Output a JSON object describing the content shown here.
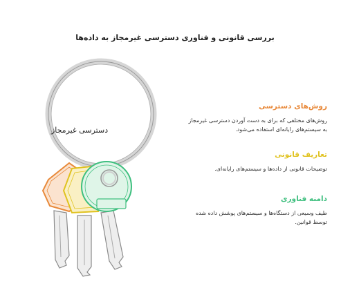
{
  "title": "بررسی قانونی و فناوری دسترسی غیرمجاز به داده‌ها",
  "ring_label": "دسترسی غیرمجاز",
  "items": [
    {
      "heading": "روش‌های دسترسی",
      "text": "روش‌های مختلفی که برای به دست آوردن دسترسی غیرمجاز به سیستم‌های رایانه‌ای استفاده می‌شود.",
      "color": "#e8893a"
    },
    {
      "heading": "تعاریف قانونی",
      "text": "توضیحات قانونی از داده‌ها و سیستم‌های رایانه‌ای.",
      "color": "#e0c21f"
    },
    {
      "heading": "دامنه فناوری",
      "text": "طیف وسیعی از دستگاه‌ها و سیستم‌های پوشش داده شده توسط قوانین.",
      "color": "#3fbf7f"
    }
  ]
}
